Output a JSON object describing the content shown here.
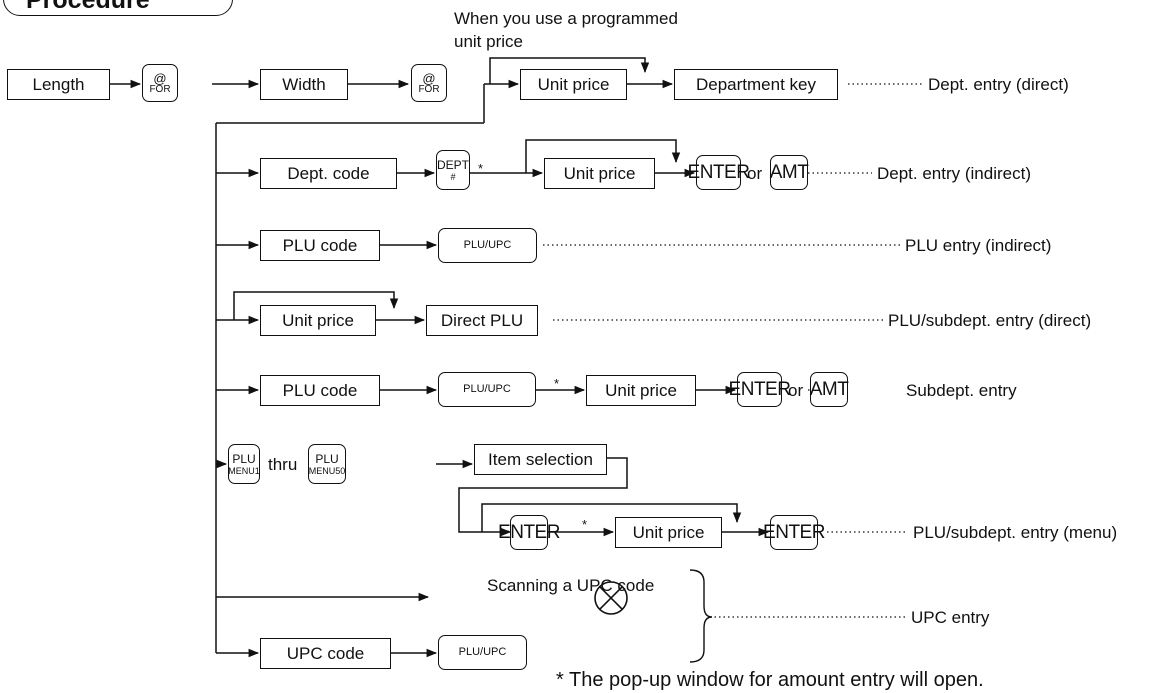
{
  "title": "Procedure",
  "note_programmed": [
    "When you use a programmed",
    "unit price"
  ],
  "boxes": {
    "length": "Length",
    "width": "Width",
    "unit_price": "Unit price",
    "department_key": "Department key",
    "dept_code": "Dept. code",
    "plu_code": "PLU code",
    "direct_plu": "Direct PLU",
    "item_selection": "Item selection",
    "upc_code": "UPC code"
  },
  "keys": {
    "for_top": "@",
    "for_bottom": "FOR",
    "dept_top": "DEPT",
    "dept_bottom": "#",
    "enter": "ENTER",
    "amt": "AMT",
    "plu_upc": "PLU/UPC",
    "plu_menu_top": "PLU",
    "plu_menu1": "MENU1",
    "plu_menu50": "MENU50"
  },
  "words": {
    "or": "or",
    "thru": "thru",
    "scan": "Scanning a UPC code",
    "asterisk": "*"
  },
  "results": {
    "dept_direct": "Dept. entry (direct)",
    "dept_indirect": "Dept. entry (indirect)",
    "plu_indirect": "PLU entry (indirect)",
    "plu_sub_direct": "PLU/subdept. entry (direct)",
    "subdept": "Subdept. entry",
    "plu_sub_menu": "PLU/subdept. entry (menu)",
    "upc": "UPC entry"
  },
  "footnote": "*  The pop-up window for amount entry will open."
}
